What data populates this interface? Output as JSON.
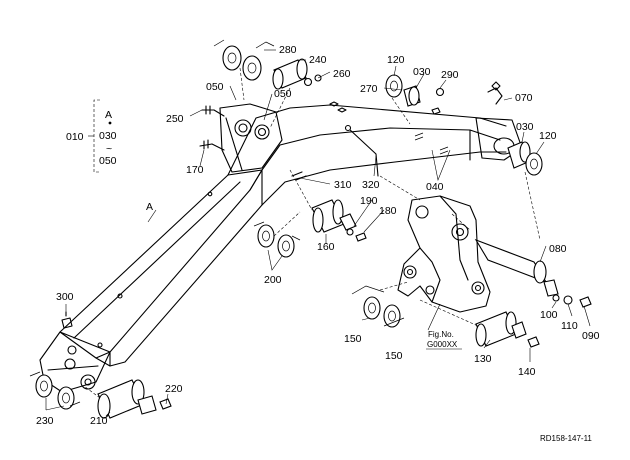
{
  "callouts": {
    "p280": "280",
    "p240": "240",
    "p260": "260",
    "p050a": "050",
    "p050b": "050",
    "p250": "250",
    "p170": "170",
    "p120a": "120",
    "p030a": "030",
    "p290": "290",
    "p270": "270",
    "p070": "070",
    "p030b": "030",
    "p120b": "120",
    "p040": "040",
    "p310": "310",
    "p320": "320",
    "p190": "190",
    "p180": "180",
    "p160": "160",
    "p200": "200",
    "p080": "080",
    "p300": "300",
    "p150a": "150",
    "p150b": "150",
    "p100": "100",
    "p110": "110",
    "p090": "090",
    "p130": "130",
    "p140": "140",
    "p220": "220",
    "p230": "230",
    "p210": "210"
  },
  "group_note": {
    "prefix": "010",
    "ref_letter": "A",
    "range_start": "030",
    "range_sep": "~",
    "range_end": "050"
  },
  "boom_marker": "A",
  "fig_ref": {
    "line1": "Fig.No.",
    "line2": "G000XX"
  },
  "drawing_code": "RD158-147-11"
}
